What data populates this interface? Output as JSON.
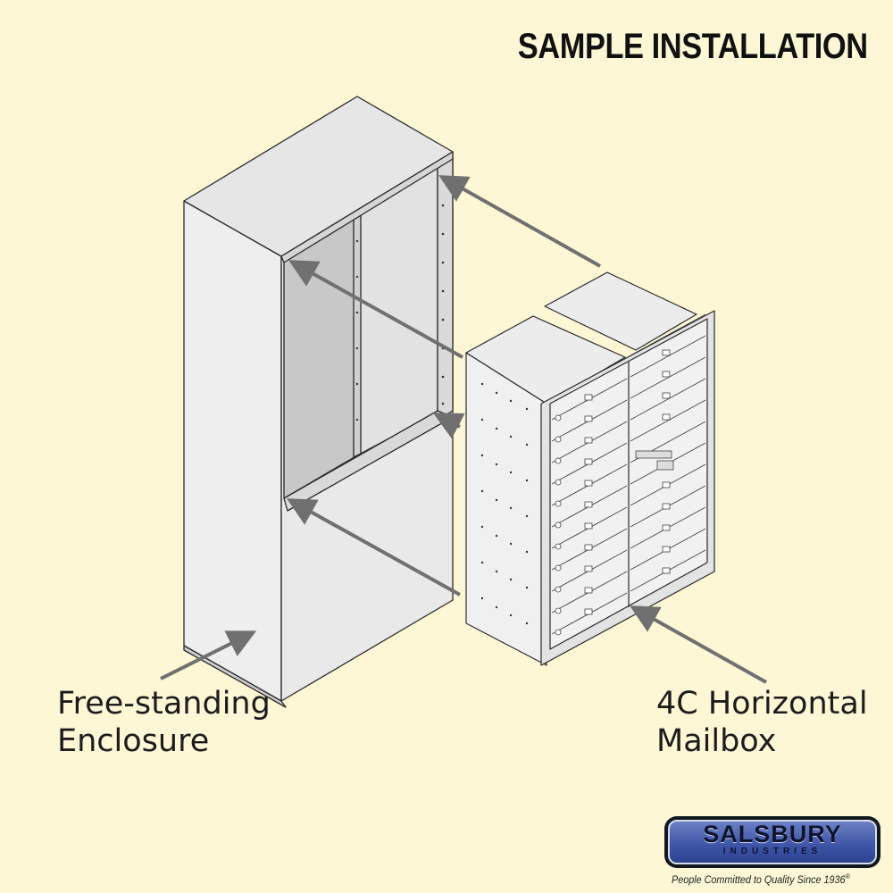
{
  "title": "SAMPLE INSTALLATION",
  "labels": {
    "enclosure_line1": "Free-standing",
    "enclosure_line2": "Enclosure",
    "mailbox_line1": "4C Horizontal",
    "mailbox_line2": "Mailbox"
  },
  "logo": {
    "name": "SALSBURY",
    "sub": "INDUSTRIES",
    "tagline": "People Committed to Quality Since 1936"
  },
  "icons": [
    "arrow-icon"
  ],
  "colors": {
    "background": "#fdf7d6",
    "arrow": "#707070",
    "logo_blue": "#3d54a6"
  }
}
